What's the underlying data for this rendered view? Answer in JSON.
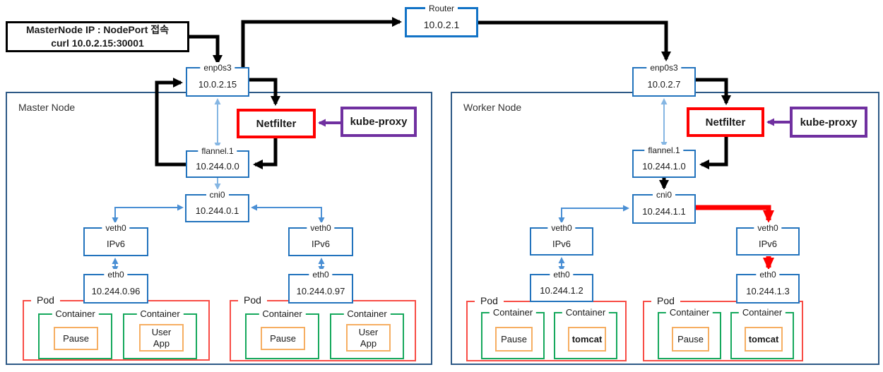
{
  "annotation": {
    "line1": "MasterNode IP : NodePort 접속",
    "line2": "curl 10.0.2.15:30001"
  },
  "router": {
    "name": "Router",
    "ip": "10.0.2.1"
  },
  "labels": {
    "netfilter": "Netfilter",
    "kube_proxy": "kube-proxy",
    "pod": "Pod",
    "container": "Container",
    "pause": "Pause",
    "user_app": "User App",
    "tomcat": "tomcat"
  },
  "master": {
    "title": "Master Node",
    "enp0s3": {
      "name": "enp0s3",
      "ip": "10.0.2.15"
    },
    "flannel": {
      "name": "flannel.1",
      "ip": "10.244.0.0"
    },
    "cni0": {
      "name": "cni0",
      "ip": "10.244.0.1"
    },
    "veth_left": {
      "name": "veth0",
      "ip": "IPv6"
    },
    "veth_right": {
      "name": "veth0",
      "ip": "IPv6"
    },
    "eth_left": {
      "name": "eth0",
      "ip": "10.244.0.96"
    },
    "eth_right": {
      "name": "eth0",
      "ip": "10.244.0.97"
    }
  },
  "worker": {
    "title": "Worker Node",
    "enp0s3": {
      "name": "enp0s3",
      "ip": "10.0.2.7"
    },
    "flannel": {
      "name": "flannel.1",
      "ip": "10.244.1.0"
    },
    "cni0": {
      "name": "cni0",
      "ip": "10.244.1.1"
    },
    "veth_left": {
      "name": "veth0",
      "ip": "IPv6"
    },
    "veth_right": {
      "name": "veth0",
      "ip": "IPv6"
    },
    "eth_left": {
      "name": "eth0",
      "ip": "10.244.1.2"
    },
    "eth_right": {
      "name": "eth0",
      "ip": "10.244.1.3"
    }
  },
  "colors": {
    "flow-black": "#000000",
    "flow-red": "#ff0000",
    "flow-purple": "#7030a0",
    "mid-blue": "#4a8fd4",
    "light-blue": "#85b6e3",
    "box-blue": "#2273bd",
    "router-blue": "#1273c6",
    "node-blue": "#2d5986",
    "pod-red": "#f84c45",
    "container-green": "#15a85c",
    "app-orange": "#f6ae62",
    "netfilter": "#ff0000",
    "text": "#1a1a1a"
  }
}
